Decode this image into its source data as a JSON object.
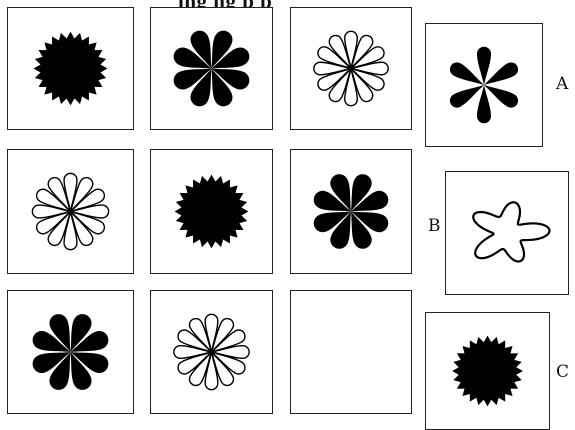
{
  "header": {
    "cut_off_text": "ing ng p p"
  },
  "grid": {
    "rows": [
      [
        "sunburst-black",
        "flower-8-black",
        "flower-12-outline"
      ],
      [
        "flower-12-outline",
        "sunburst-black",
        "flower-8-black"
      ],
      [
        "flower-8-black",
        "flower-12-outline",
        "empty"
      ]
    ]
  },
  "options": [
    {
      "label": "A",
      "figure": "flower-6-black"
    },
    {
      "label": "B",
      "figure": "blob-5-outline"
    },
    {
      "label": "C",
      "figure": "sunburst-black"
    }
  ],
  "colors": {
    "ink": "#000000",
    "border": "#222222",
    "background": "#ffffff"
  }
}
